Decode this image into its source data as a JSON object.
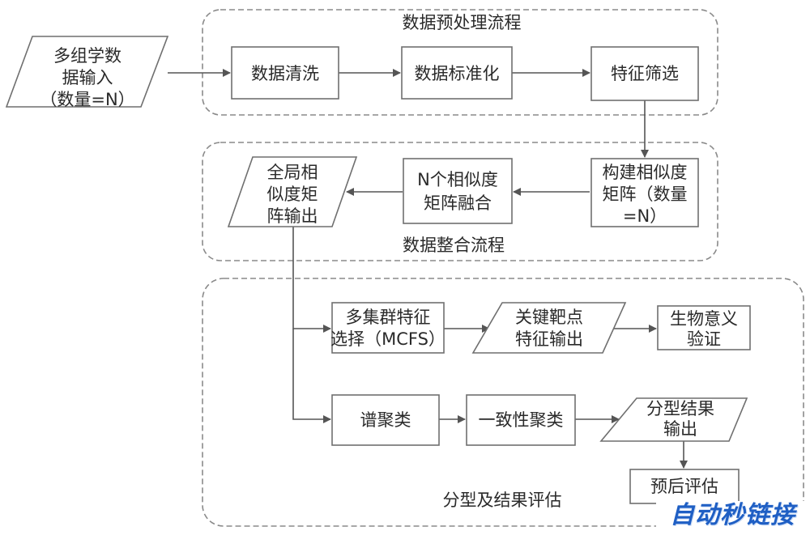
{
  "groups": {
    "preprocess": "数据预处理流程",
    "integrate": "数据整合流程",
    "typing": "分型及结果评估"
  },
  "nodes": {
    "multi_input": [
      "多组学数",
      "据输入",
      "（数量=N）"
    ],
    "cleaning": [
      "数据清洗"
    ],
    "standardize": [
      "数据标准化"
    ],
    "feature_select": [
      "特征筛选"
    ],
    "build_sim": [
      "构建相似度",
      "矩阵（数量",
      "=N）"
    ],
    "fuse_sim": [
      "N个相似度",
      "矩阵融合"
    ],
    "global_output": [
      "全局相",
      "似度矩",
      "阵输出"
    ],
    "mcfs": [
      "多集群特征",
      "选择（MCFS）"
    ],
    "key_target": [
      "关键靶点",
      "特征输出"
    ],
    "bio_validate": [
      "生物意义",
      "验证"
    ],
    "spectral": [
      "谱聚类"
    ],
    "consensus": [
      "一致性聚类"
    ],
    "typing_output": [
      "分型结果",
      "输出"
    ],
    "prognosis": [
      "预后评估"
    ]
  },
  "watermark": "自动秒链接"
}
